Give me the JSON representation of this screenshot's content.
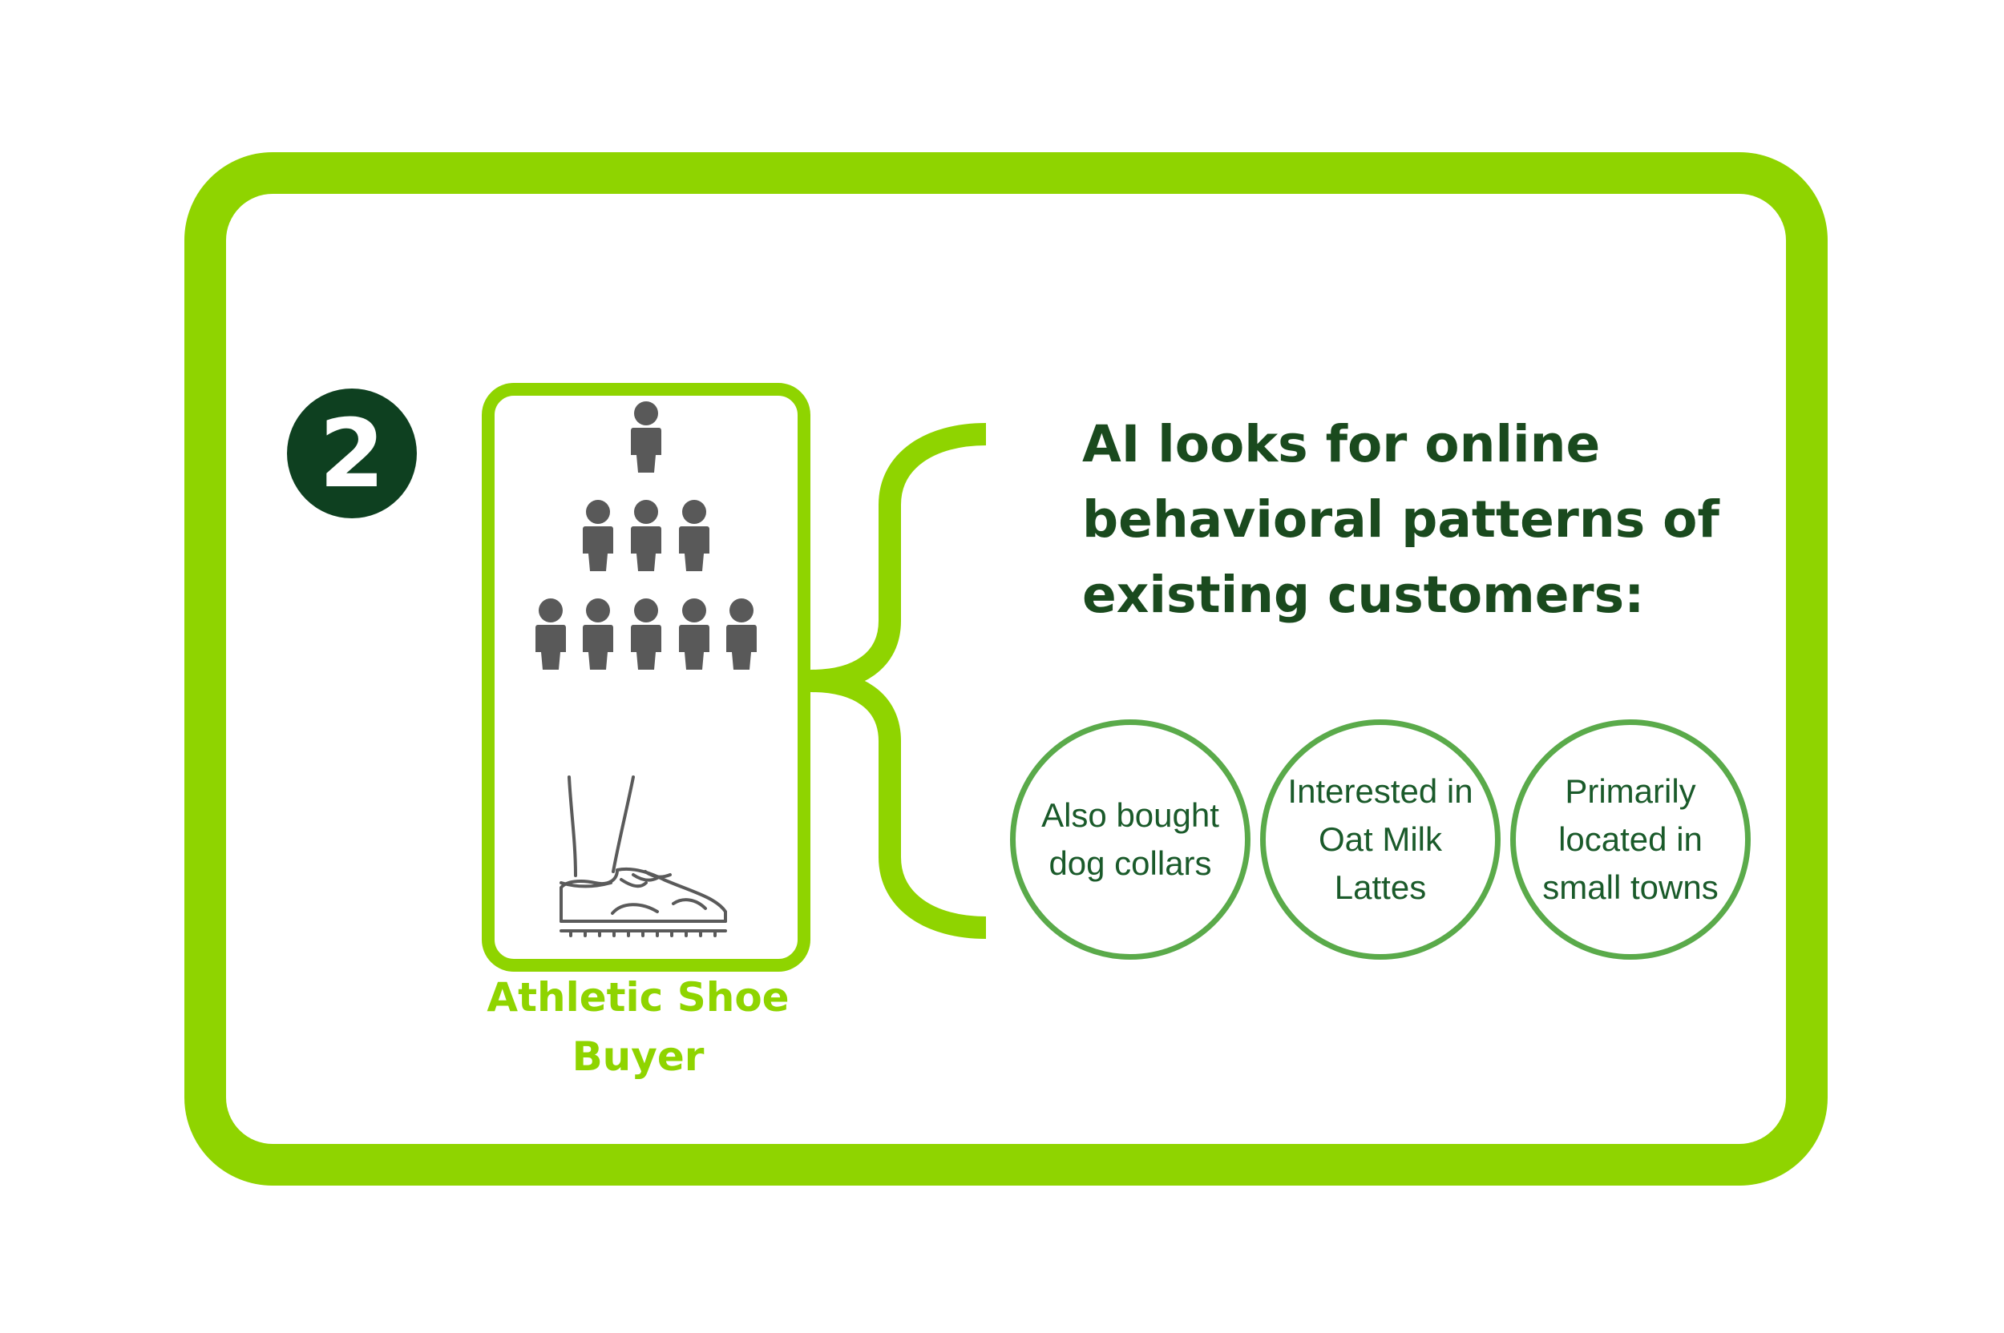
{
  "step": {
    "number": "2"
  },
  "customer": {
    "label": "Athletic Shoe Buyer",
    "icons": [
      "people-pyramid-icon",
      "sneaker-icon"
    ]
  },
  "heading": "AI looks for online behavioral patterns of existing customers:",
  "patterns": [
    {
      "text": "Also bought dog collars"
    },
    {
      "text": "Interested in Oat Milk Lattes"
    },
    {
      "text": "Primarily located in small towns"
    }
  ],
  "colors": {
    "frame_green": "#8fd400",
    "badge_dark_green": "#0e4020",
    "heading_green": "#1a4a1e",
    "circle_border": "#5aaa4a",
    "circle_text": "#1a5a2a",
    "people_gray": "#595959"
  }
}
